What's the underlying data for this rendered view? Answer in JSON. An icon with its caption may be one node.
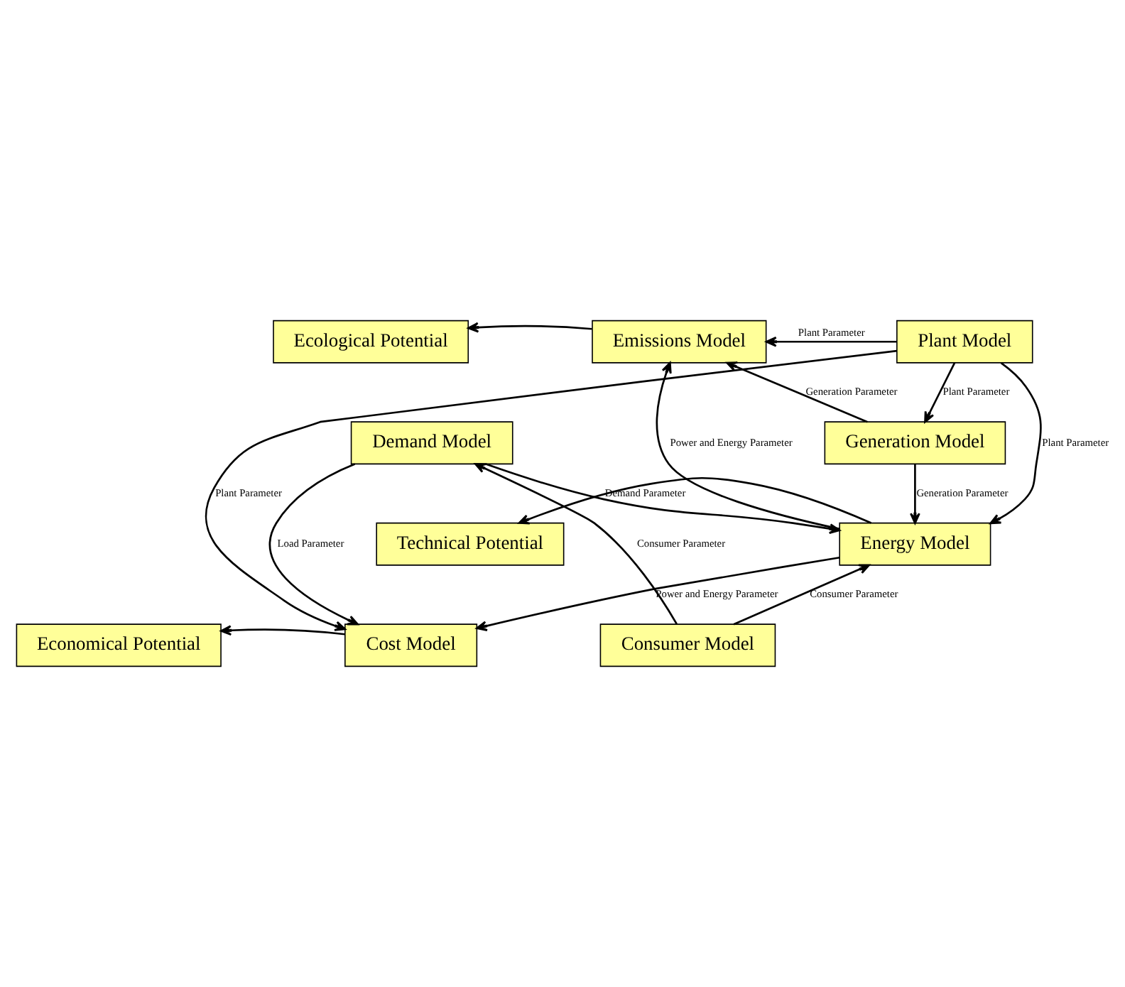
{
  "diagram": {
    "nodes": [
      {
        "text": [
          "Ecological Potential"
        ]
      },
      {
        "text": [
          "Emissions Model"
        ]
      },
      {
        "text": [
          "Plant Model"
        ]
      },
      {
        "text": [
          "Generation Model"
        ]
      },
      {
        "text": [
          "Technical Potential"
        ]
      },
      {
        "text": [
          "Energy Model"
        ]
      },
      {
        "text": [
          "Demand Model"
        ]
      },
      {
        "text": [
          "Economical Potential"
        ]
      },
      {
        "text": [
          "Cost Model"
        ]
      },
      {
        "text": [
          "Consumer Model"
        ]
      }
    ],
    "edges": [
      {
        "from": 2,
        "to": 1,
        "arrow": "to",
        "label": "Plant Parameter"
      },
      {
        "from": 1,
        "to": 0,
        "arrow": "to"
      },
      {
        "from": 3,
        "to": 1,
        "arrow": "to",
        "label": "Generation Parameter"
      },
      {
        "from": 2,
        "to": 3,
        "arrow": "to",
        "label": "Plant Parameter"
      },
      {
        "from": 2,
        "to": 5,
        "arrow": "to",
        "label": "Plant Parameter"
      },
      {
        "from": 5,
        "to": 1,
        "arrow": "to",
        "label": "Power and Energy Parameter"
      },
      {
        "from": 5,
        "to": 4,
        "arrow": "to"
      },
      {
        "from": 3,
        "to": 5,
        "arrow": "to",
        "label": "Generation Parameter"
      },
      {
        "from": 6,
        "to": 5,
        "arrow": "to",
        "label": "Demand Parameter"
      },
      {
        "from": 9,
        "to": 5,
        "arrow": "to",
        "label": "Consumer Parameter"
      },
      {
        "from": 5,
        "to": 8,
        "arrow": "to",
        "label": "Power and Energy Parameter"
      },
      {
        "from": 9,
        "to": 6,
        "arrow": "to",
        "label": "Consumer Parameter"
      },
      {
        "from": 6,
        "to": 8,
        "arrow": "to",
        "label": "Load Parameter"
      },
      {
        "from": 8,
        "to": 7,
        "arrow": "to"
      },
      {
        "from": 2,
        "to": 8,
        "arrow": "to",
        "label": "Plant Parameter"
      }
    ]
  }
}
